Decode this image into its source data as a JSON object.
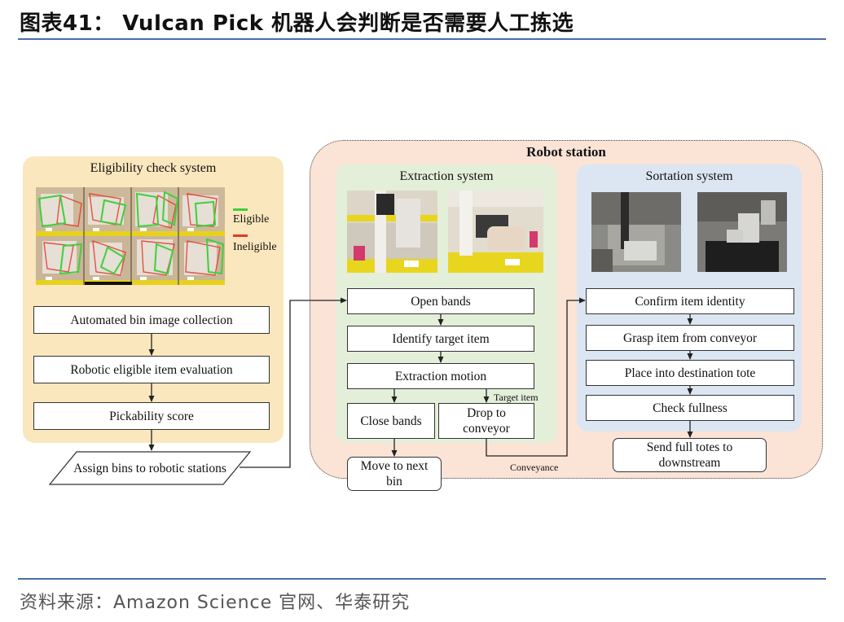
{
  "figure": {
    "title": "图表41： Vulcan Pick 机器人会判断是否需要人工拣选",
    "source": "资料来源：Amazon Science 官网、华泰研究"
  },
  "eligibility": {
    "title": "Eligibility check system",
    "legend": {
      "eligible": "Eligible",
      "ineligible": "Ineligible"
    },
    "steps": [
      "Automated bin image collection",
      "Robotic eligible item evaluation",
      "Pickability score"
    ],
    "assign": "Assign bins to robotic stations"
  },
  "robot_station": {
    "title": "Robot station",
    "extraction": {
      "title": "Extraction system",
      "open_bands": "Open bands",
      "identify": "Identify target item",
      "motion": "Extraction motion",
      "close_bands": "Close bands",
      "drop": "Drop to conveyor",
      "target_item_label": "Target item",
      "move_next": "Move to next bin"
    },
    "sortation": {
      "title": "Sortation system",
      "steps": [
        "Confirm item identity",
        "Grasp item from conveyor",
        "Place into destination tote",
        "Check fullness"
      ],
      "send": "Send full totes to downstream"
    },
    "conveyance_label": "Conveyance"
  },
  "colors": {
    "eligible": "#3fcf3f",
    "ineligible": "#e23a2a",
    "rule": "#4a6ea8",
    "eligibility_bg": "#fbe7bd",
    "robot_bg": "#fbe3d6",
    "extraction_bg": "#e4efd9",
    "sortation_bg": "#dce6f2"
  }
}
